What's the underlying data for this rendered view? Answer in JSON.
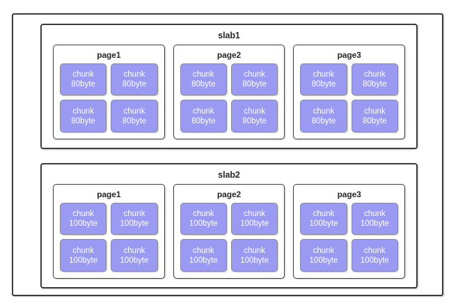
{
  "diagram": {
    "type": "slab-allocator-memory-layout",
    "chunk_label": "chunk",
    "slabs": [
      {
        "name": "slab1",
        "chunk_size": "80byte",
        "pages": [
          {
            "name": "page1",
            "chunks": [
              {
                "label": "chunk",
                "size": "80byte"
              },
              {
                "label": "chunk",
                "size": "80byte"
              },
              {
                "label": "chunk",
                "size": "80byte"
              },
              {
                "label": "chunk",
                "size": "80byte"
              }
            ]
          },
          {
            "name": "page2",
            "chunks": [
              {
                "label": "chunk",
                "size": "80byte"
              },
              {
                "label": "chunk",
                "size": "80byte"
              },
              {
                "label": "chunk",
                "size": "80byte"
              },
              {
                "label": "chunk",
                "size": "80byte"
              }
            ]
          },
          {
            "name": "page3",
            "chunks": [
              {
                "label": "chunk",
                "size": "80byte"
              },
              {
                "label": "chunk",
                "size": "80byte"
              },
              {
                "label": "chunk",
                "size": "80byte"
              },
              {
                "label": "chunk",
                "size": "80byte"
              }
            ]
          }
        ]
      },
      {
        "name": "slab2",
        "chunk_size": "100byte",
        "pages": [
          {
            "name": "page1",
            "chunks": [
              {
                "label": "chunk",
                "size": "100byte"
              },
              {
                "label": "chunk",
                "size": "100byte"
              },
              {
                "label": "chunk",
                "size": "100byte"
              },
              {
                "label": "chunk",
                "size": "100byte"
              }
            ]
          },
          {
            "name": "page2",
            "chunks": [
              {
                "label": "chunk",
                "size": "100byte"
              },
              {
                "label": "chunk",
                "size": "100byte"
              },
              {
                "label": "chunk",
                "size": "100byte"
              },
              {
                "label": "chunk",
                "size": "100byte"
              }
            ]
          },
          {
            "name": "page3",
            "chunks": [
              {
                "label": "chunk",
                "size": "100byte"
              },
              {
                "label": "chunk",
                "size": "100byte"
              },
              {
                "label": "chunk",
                "size": "100byte"
              },
              {
                "label": "chunk",
                "size": "100byte"
              }
            ]
          }
        ]
      }
    ]
  },
  "colors": {
    "chunk_fill": "#9a9af2",
    "chunk_border": "#8a8a8a",
    "chunk_text": "#ffffff",
    "box_border": "#3b3b3b",
    "label_text": "#262626",
    "background": "#ffffff"
  }
}
